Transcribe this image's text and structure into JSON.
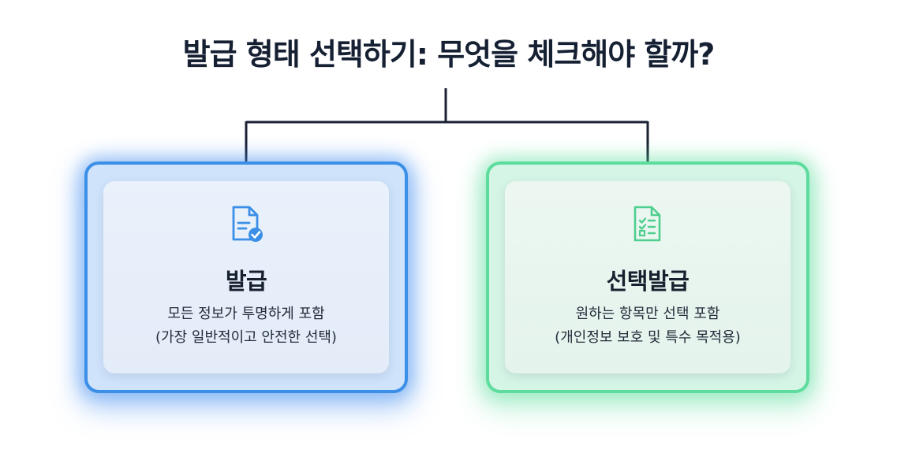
{
  "title": "발급 형태 선택하기: 무엇을 체크해야 할까?",
  "options": [
    {
      "icon": "document-check-icon",
      "title": "발급",
      "desc_line1": "모든 정보가 투명하게 포함",
      "desc_line2": "(가장 일반적이고 안전한 선택)",
      "accent": "#3b8fe6"
    },
    {
      "icon": "checklist-document-icon",
      "title": "선택발급",
      "desc_line1": "원하는 항목만 선택 포함",
      "desc_line2": "(개인정보 보호 및 특수 목적용)",
      "accent": "#5edc9e"
    }
  ],
  "colors": {
    "title_text": "#162033",
    "connector": "#1b2236"
  }
}
